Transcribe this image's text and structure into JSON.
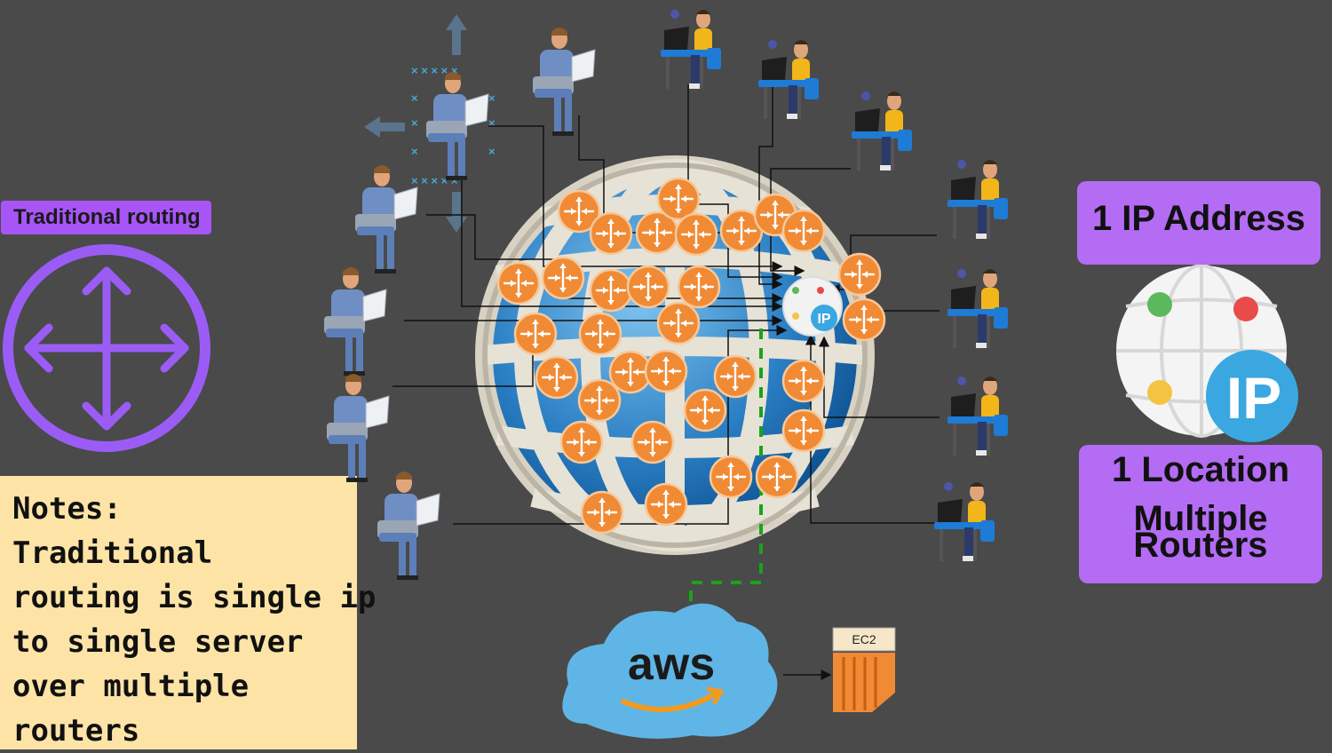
{
  "tag": {
    "label": "Traditional routing"
  },
  "notes": {
    "lines": [
      "Notes:",
      "Traditional",
      "routing is single ip",
      "to single server",
      "over multiple",
      "routers"
    ]
  },
  "right": {
    "box1": "1 IP Address",
    "box2_line1": "1 Location",
    "box2_line2": "Multiple",
    "box2_line3": "Routers"
  },
  "globe": {
    "ip_label": "IP"
  },
  "big_ip": {
    "label": "IP"
  },
  "aws": {
    "label": "aws"
  },
  "ec2": {
    "label": "EC2"
  },
  "colors": {
    "purple": "#a855f7",
    "router_orange": "#f08a34",
    "ip_blue": "#3aa7e0",
    "notes_bg": "#fde4a6",
    "background": "#4a4a4a",
    "dashed_green": "#1aa31a"
  }
}
